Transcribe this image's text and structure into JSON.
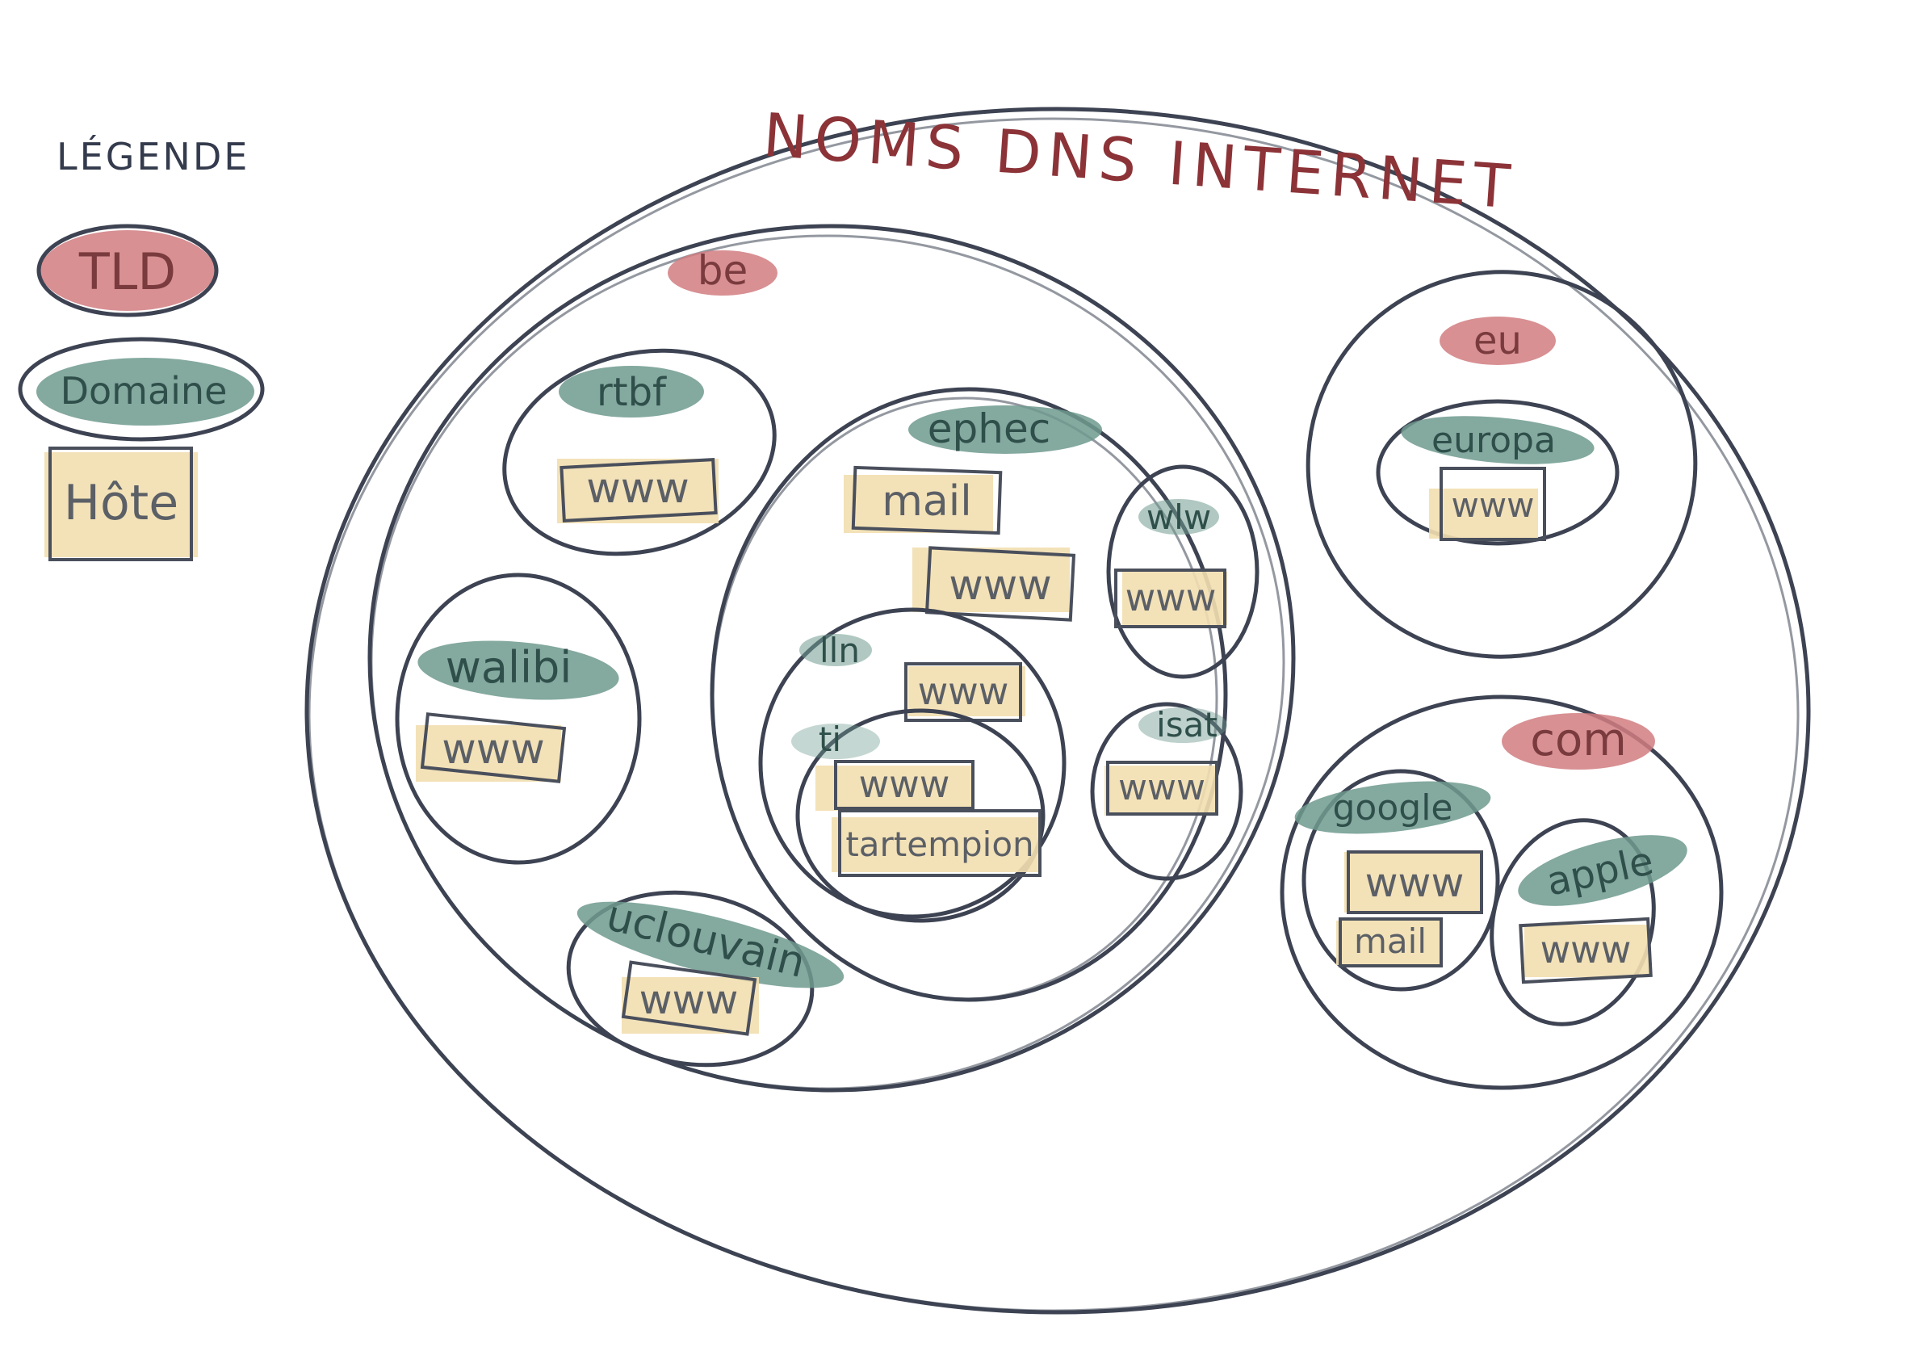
{
  "colors": {
    "tld": "#d17d80",
    "domain": "#6f9a8e",
    "host": "#f2dfb0",
    "outline": "#3d4352",
    "title": "#8c3338"
  },
  "legend": {
    "title": "LÉGENDE",
    "tld": "TLD",
    "domain": "Domaine",
    "host": "Hôte"
  },
  "diagram": {
    "title": "NOMS DNS INTERNET",
    "tld_be": "be",
    "tld_eu": "eu",
    "tld_com": "com",
    "rtbf": "rtbf",
    "rtbf_www": "www",
    "walibi": "walibi",
    "walibi_www": "www",
    "uclouvain": "uclouvain",
    "uclouvain_www": "www",
    "ephec": "ephec",
    "ephec_mail": "mail",
    "ephec_www": "www",
    "wlw": "wlw",
    "wlw_www": "www",
    "lln": "lln",
    "lln_www": "www",
    "ti": "ti",
    "ti_www": "www",
    "ti_tartempion": "tartempion",
    "isat": "isat",
    "isat_www": "www",
    "europa": "europa",
    "europa_www": "www",
    "google": "google",
    "google_www": "www",
    "google_mail": "mail",
    "apple": "apple",
    "apple_www": "www"
  }
}
